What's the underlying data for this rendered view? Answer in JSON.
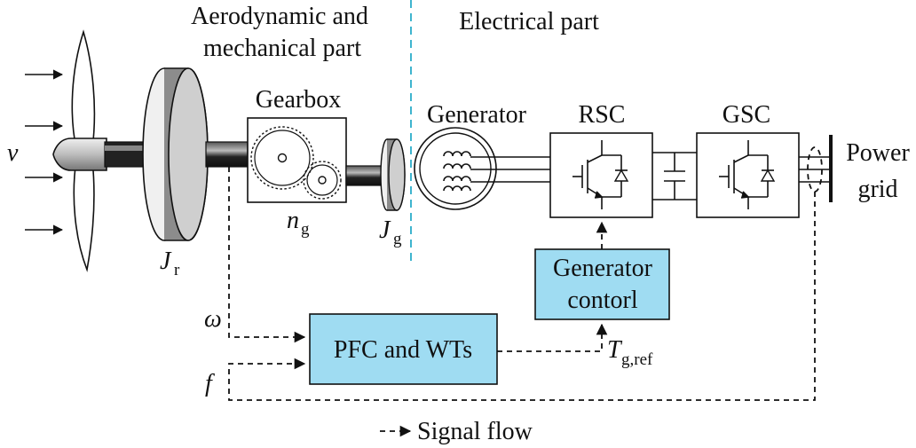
{
  "labels": {
    "mech_part_line1": "Aerodynamic and",
    "mech_part_line2": "mechanical part",
    "elec_part": "Electrical part",
    "gearbox": "Gearbox",
    "generator": "Generator",
    "rsc": "RSC",
    "gsc": "GSC",
    "grid_line1": "Power",
    "grid_line2": "grid",
    "wind_speed": "v",
    "rotor_inertia": "J",
    "rotor_inertia_sub": "r",
    "gear_ratio": "n",
    "gear_ratio_sub": "g",
    "gen_inertia": "J",
    "gen_inertia_sub": "g",
    "gen_control_line1": "Generator",
    "gen_control_line2": "contorl",
    "pfc_block": "PFC and WTs",
    "omega": "ω",
    "frequency": "f",
    "torque_ref": "T",
    "torque_ref_sub": "g,ref",
    "legend": "Signal flow"
  },
  "colors": {
    "block_fill": "#9fdcf2",
    "divider": "#3fb5cf",
    "disc_dark": "#6d6d6d",
    "disc_light": "#eeeeee",
    "shaft_dark": "#222222"
  }
}
